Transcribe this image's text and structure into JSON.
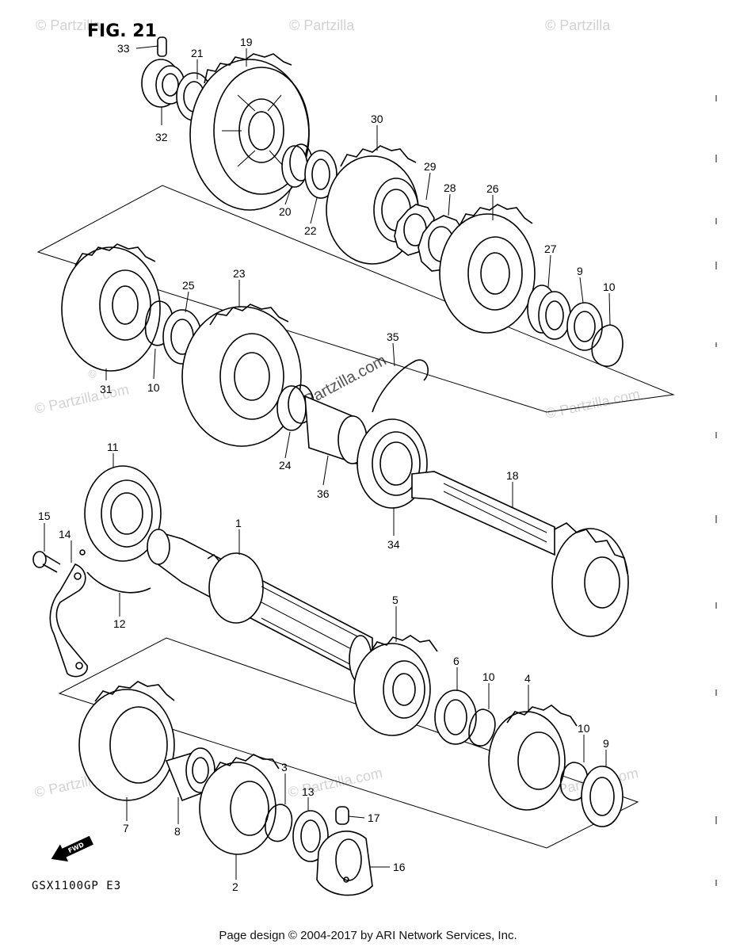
{
  "figure": {
    "title": "FIG. 21",
    "model": "GSX1100GP  E3"
  },
  "watermark": {
    "text": "© Partzilla.com",
    "short": "© Partzilla",
    "center": "© Partzilla.com"
  },
  "fwd_label": "FWD",
  "footer": "Page design © 2004-2017 by ARI Network Services, Inc.",
  "callouts": {
    "p33": "33",
    "p21": "21",
    "p19": "19",
    "p32": "32",
    "p30": "30",
    "p20": "20",
    "p22": "22",
    "p29": "29",
    "p28": "28",
    "p26": "26",
    "p27": "27",
    "p9a": "9",
    "p10a": "10",
    "p23": "23",
    "p25": "25",
    "p31": "31",
    "p10b": "10",
    "p35": "35",
    "p24": "24",
    "p36": "36",
    "p11": "11",
    "p18": "18",
    "p34": "34",
    "p15": "15",
    "p14": "14",
    "p1": "1",
    "p12": "12",
    "p5": "5",
    "p6": "6",
    "p10c": "10",
    "p4": "4",
    "p10d": "10",
    "p9b": "9",
    "p7": "7",
    "p8": "8",
    "p3": "3",
    "p13": "13",
    "p17": "17",
    "p2": "2",
    "p16": "16"
  },
  "colors": {
    "ink": "#000000",
    "watermark": "#d2d2d2",
    "background": "#ffffff"
  }
}
